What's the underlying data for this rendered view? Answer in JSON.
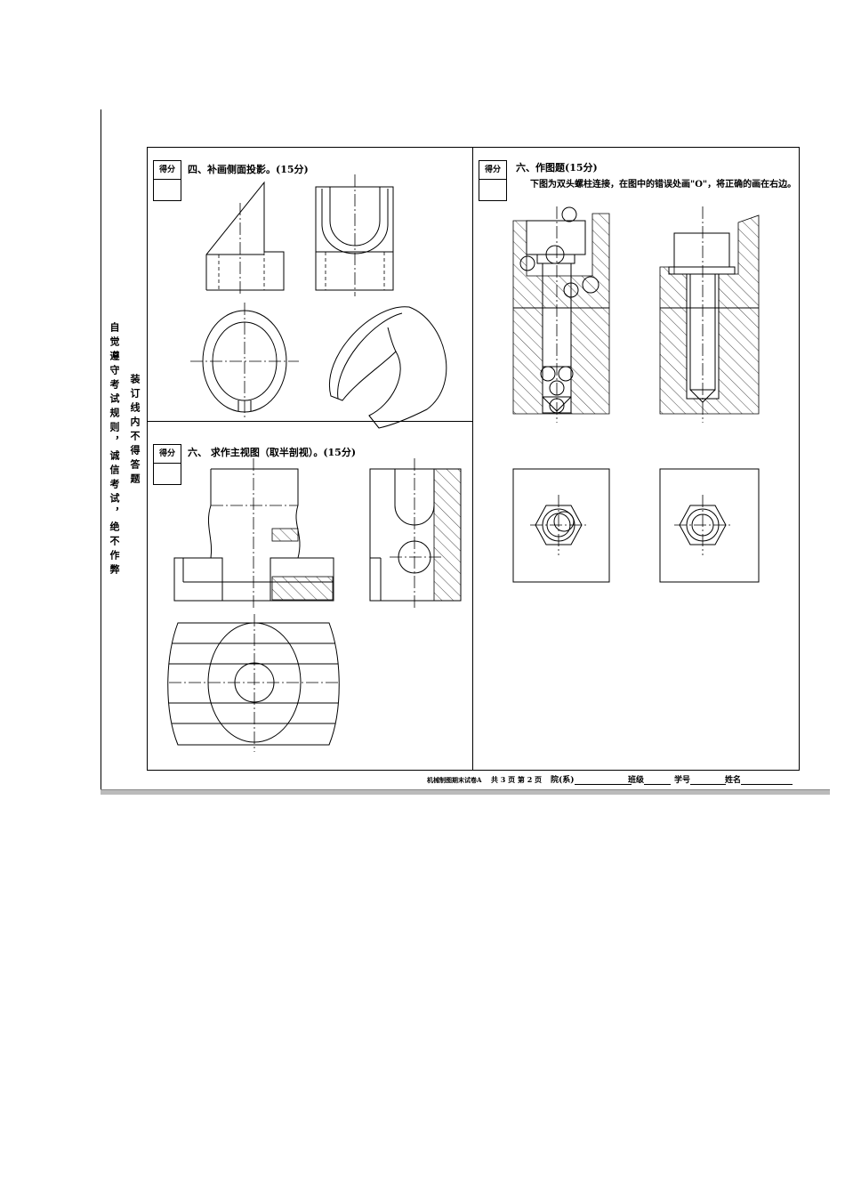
{
  "side_notes": {
    "rule_text": "自觉遵守考试规则，诚信考试，绝不作弊",
    "binding_text": "装订线内不得答题"
  },
  "score_label": "得分",
  "questions": {
    "q4": {
      "title": "四、补画侧面投影。(15分)"
    },
    "q6a": {
      "title": "六、 求作主视图（取半剖视）。(15分)"
    },
    "q6b": {
      "title": "六、作图题(15分)",
      "subtitle": "下图为双头螺柱连接，在图中的错误处画\"O\"，将正确的画在右边。"
    }
  },
  "footer": {
    "course": "机械制图期末试卷A",
    "pages": "共 3 页  第 2 页",
    "dept_label": "院(系)",
    "class_label": "班级",
    "id_label": "学号",
    "name_label": "姓名"
  }
}
